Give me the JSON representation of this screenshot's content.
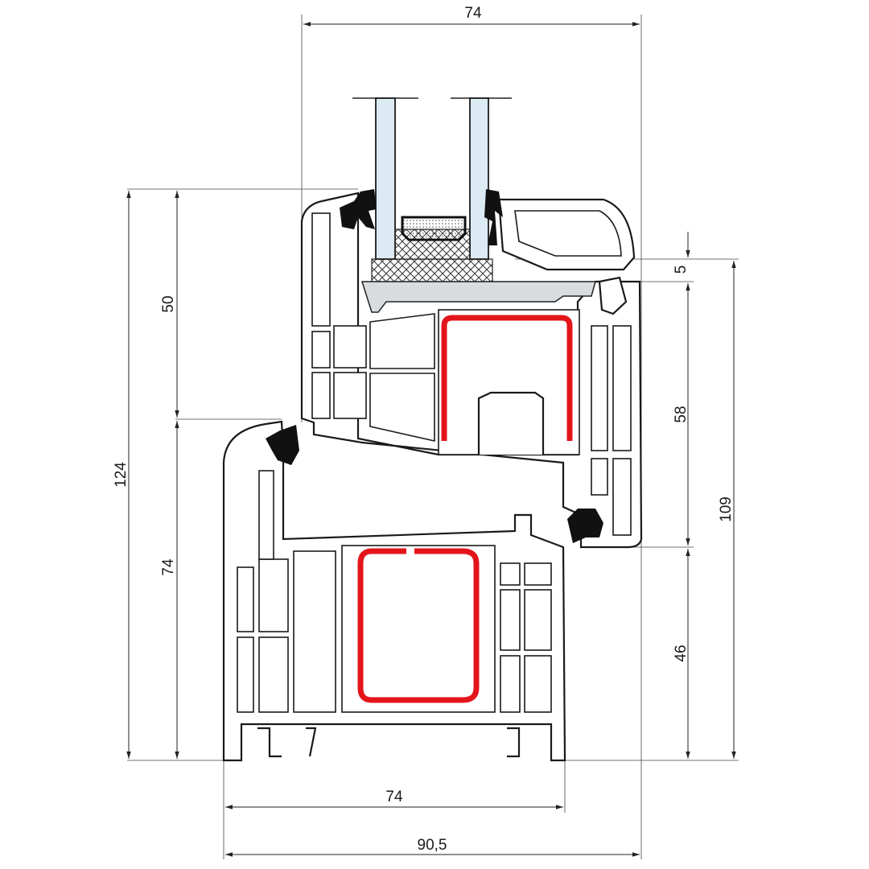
{
  "diagram": {
    "title": "Window profile cross-section",
    "dimensions": {
      "top_width": "74",
      "total_height": "124",
      "sash_upper_height": "50",
      "frame_lower_height": "74",
      "glass_rebate_offset": "5",
      "sash_height": "58",
      "overall_right_height": "109",
      "frame_right_height": "46",
      "frame_width": "74",
      "overall_width": "90,5"
    },
    "colors": {
      "profile": "#ffffff",
      "outline": "#1a1a1a",
      "reinforcement": "#e3151b",
      "glass": "#dceaf4",
      "glazing_bead_support": "#d9dcdf"
    }
  }
}
